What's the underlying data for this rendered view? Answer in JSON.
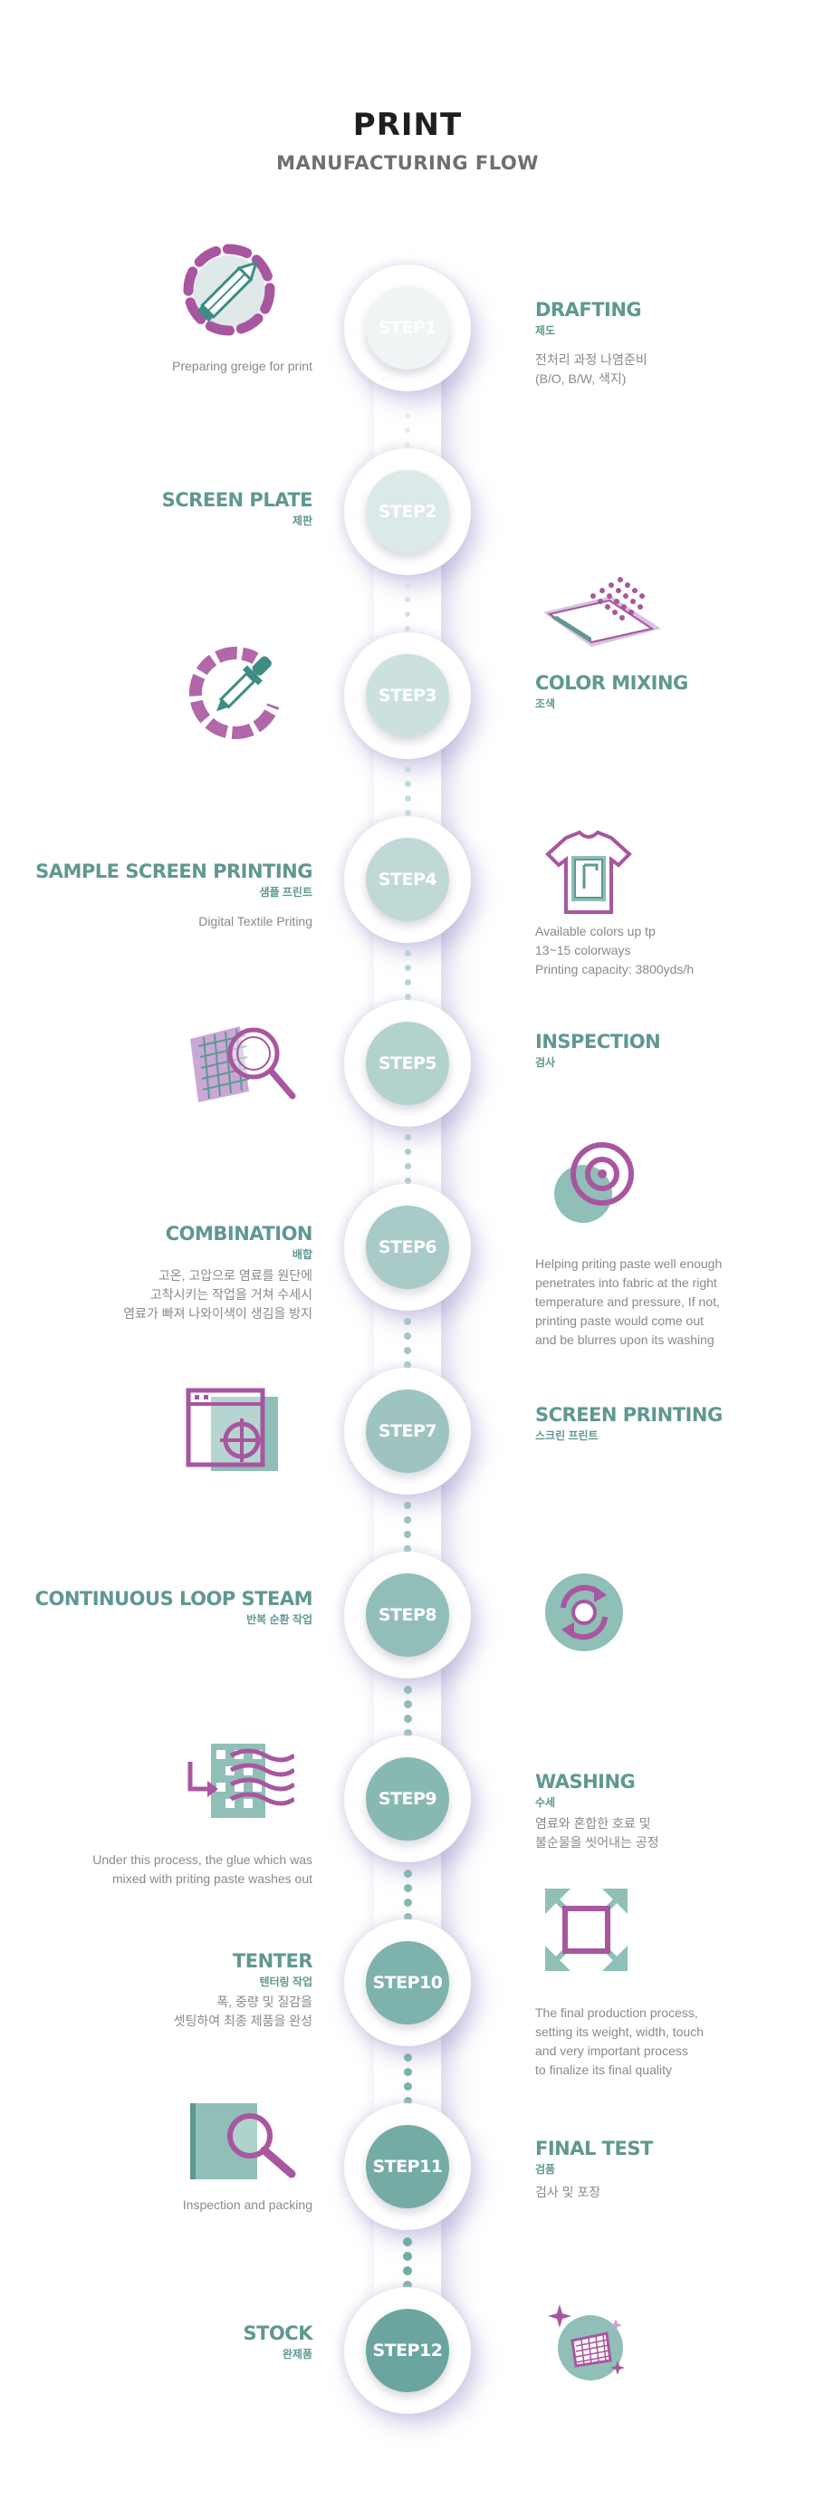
{
  "header": {
    "title": "PRINT",
    "subtitle": "MANUFACTURING FLOW"
  },
  "colors": {
    "teal_dark": "#5f9891",
    "purple": "#a8569f",
    "mint": "#8fbfb7",
    "light_purple": "#c9a8d6"
  },
  "steps": [
    {
      "label": "STEP1",
      "title": "DRAFTING",
      "ko": "제도",
      "desc": [
        "전처리 과정 나염준비",
        "(B/O, B/W, 색지)"
      ],
      "icon": "pencil-icon",
      "icon_text": "Preparing greige for print"
    },
    {
      "label": "STEP2",
      "title": "SCREEN PLATE",
      "ko": "제판",
      "desc": [],
      "icon": "screen-plate-icon",
      "icon_text": ""
    },
    {
      "label": "STEP3",
      "title": "COLOR MIXING",
      "ko": "조색",
      "desc": [],
      "icon": "dropper-icon",
      "icon_text": ""
    },
    {
      "label": "STEP4",
      "title": "SAMPLE SCREEN PRINTING",
      "ko": "샘플 프린트",
      "desc": [
        "Digital Textile Priting"
      ],
      "icon": "tshirt-icon",
      "icon_text": [
        "Available colors up tp",
        "13~15 colorways",
        "Printing capacity: 3800yds/h"
      ]
    },
    {
      "label": "STEP5",
      "title": "INSPECTION",
      "ko": "검사",
      "desc": [],
      "icon": "magnifier-fabric-icon",
      "icon_text": ""
    },
    {
      "label": "STEP6",
      "title": "COMBINATION",
      "ko": "배합",
      "desc": [
        "고온, 고압으로 염료를 원단에",
        "고착시키는 작업을 거쳐 수세시",
        "염료가 빠져 나와이색이 생김을 방지"
      ],
      "icon": "target-circle-icon",
      "icon_text": [
        "Helping priting paste well enough",
        "penetrates into fabric at the right",
        "temperature and pressure, If not,",
        "printing paste would come out",
        "and be blurres upon its washing"
      ]
    },
    {
      "label": "STEP7",
      "title": "SCREEN PRINTING",
      "ko": "스크린 프린트",
      "desc": [],
      "icon": "crosshair-window-icon",
      "icon_text": ""
    },
    {
      "label": "STEP8",
      "title": "CONTINUOUS LOOP STEAM",
      "ko": "반복 순환 작업",
      "desc": [],
      "icon": "loop-icon",
      "icon_text": ""
    },
    {
      "label": "STEP9",
      "title": "WASHING",
      "ko": "수세",
      "desc": [
        "염료와 혼합한 호료 및",
        "불순물을 씻어내는 공정"
      ],
      "icon": "wave-fabric-icon",
      "icon_text": [
        "Under this process, the glue which was",
        "mixed with priting paste washes out"
      ]
    },
    {
      "label": "STEP10",
      "title": "TENTER",
      "ko": "텐터링 작업",
      "desc": [
        "폭, 중량 및 질감을",
        "셋팅하여 최종 제품을 완성"
      ],
      "icon": "expand-icon",
      "icon_text": [
        "The final production process,",
        "setting its weight, width, touch",
        "and very important process",
        "to finalize its final quality"
      ]
    },
    {
      "label": "STEP11",
      "title": "FINAL TEST",
      "ko": "검품",
      "desc": [
        "검사 및 포장"
      ],
      "icon": "magnifier-doc-icon",
      "icon_text": [
        "Inspection and packing"
      ]
    },
    {
      "label": "STEP12",
      "title": "STOCK",
      "ko": "완제품",
      "desc": [],
      "icon": "sparkle-fabric-icon",
      "icon_text": ""
    }
  ]
}
